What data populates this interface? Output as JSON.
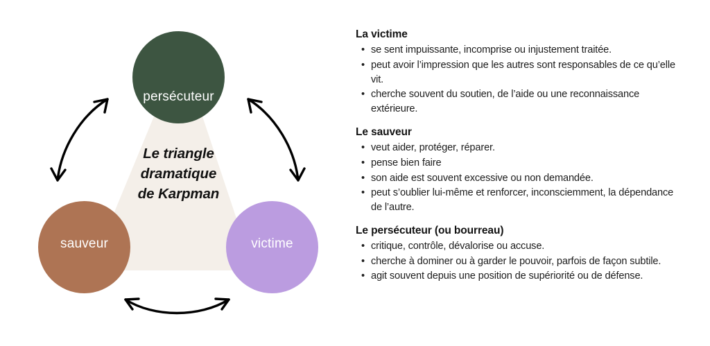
{
  "diagram": {
    "title": "Le triangle\ndramatique\nde Karpman",
    "title_lines": [
      "Le triangle",
      "dramatique",
      "de Karpman"
    ],
    "triangle_fill": "#f4efe9",
    "nodes": [
      {
        "id": "persecuteur",
        "label": "persécuteur",
        "color": "#3d5541",
        "position": "top"
      },
      {
        "id": "sauveur",
        "label": "sauveur",
        "color": "#ae7454",
        "position": "bottom-left"
      },
      {
        "id": "victime",
        "label": "victime",
        "color": "#bb9ce0",
        "position": "bottom-right"
      }
    ],
    "arrows": [
      {
        "id": "arrow-sauveur-persecuteur",
        "between": [
          "sauveur",
          "persécuteur"
        ],
        "style": "double-headed-curved"
      },
      {
        "id": "arrow-persecuteur-victime",
        "between": [
          "persécuteur",
          "victime"
        ],
        "style": "double-headed-curved"
      },
      {
        "id": "arrow-sauveur-victime",
        "between": [
          "sauveur",
          "victime"
        ],
        "style": "double-headed-curved"
      }
    ],
    "arrow_color": "#000000"
  },
  "roles": [
    {
      "title": "La victime",
      "items": [
        "se sent impuissante, incomprise ou injustement traitée.",
        "peut avoir l’impression que les autres sont responsables de ce qu’elle vit.",
        "cherche souvent du soutien, de l’aide ou une reconnaissance extérieure."
      ]
    },
    {
      "title": "Le sauveur",
      "items": [
        "veut aider, protéger, réparer.",
        "pense bien faire",
        "son aide est souvent excessive ou non demandée.",
        "peut s’oublier lui-même et renforcer, inconsciemment, la dépendance de l’autre."
      ]
    },
    {
      "title": "Le persécuteur (ou bourreau)",
      "items": [
        "critique, contrôle, dévalorise ou accuse.",
        "cherche à dominer ou à garder le pouvoir, parfois de façon subtile.",
        "agit souvent depuis une position de supériorité ou de défense."
      ]
    }
  ],
  "bullet_glyph": "•"
}
